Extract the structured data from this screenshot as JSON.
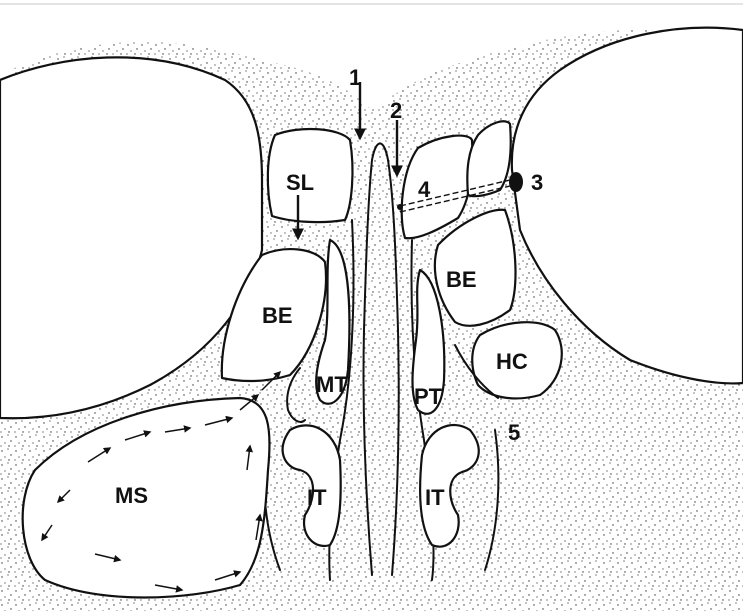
{
  "labels": {
    "n1": "1",
    "n2": "2",
    "n3": "3",
    "n4": "4",
    "n5": "5",
    "sl": "SL",
    "be_left": "BE",
    "be_right": "BE",
    "hc": "HC",
    "mt": "MT",
    "pt": "PT",
    "it_left": "IT",
    "it_right": "IT",
    "ms": "MS"
  }
}
